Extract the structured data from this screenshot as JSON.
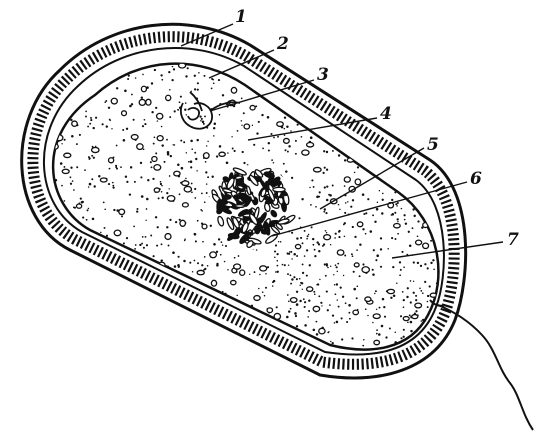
{
  "diagram": {
    "type": "labeled-illustration",
    "subject": "bacterial-cell",
    "line_color": "#111111",
    "background": "#ffffff",
    "callouts": [
      {
        "id": "1",
        "label": "1"
      },
      {
        "id": "2",
        "label": "2"
      },
      {
        "id": "3",
        "label": "3"
      },
      {
        "id": "4",
        "label": "4"
      },
      {
        "id": "5",
        "label": "5"
      },
      {
        "id": "6",
        "label": "6"
      },
      {
        "id": "7",
        "label": "7"
      }
    ]
  }
}
